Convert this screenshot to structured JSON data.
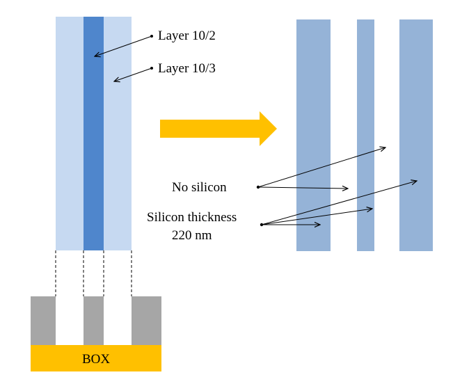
{
  "labels": {
    "layer_10_2": "Layer 10/2",
    "layer_10_3": "Layer 10/3",
    "no_silicon": "No silicon",
    "silicon_thickness_line1": "Silicon thickness",
    "silicon_thickness_line2": "220 nm",
    "box": "BOX"
  },
  "colors": {
    "layer_10_3_fill": "#c6d9f1",
    "layer_10_2_fill": "#4f86cc",
    "result_silicon_fill": "#95b3d7",
    "cross_section_silicon_fill": "#a6a6a6",
    "box_fill": "#ffc000",
    "arrow_fill": "#ffc000",
    "line_color": "#000000"
  }
}
